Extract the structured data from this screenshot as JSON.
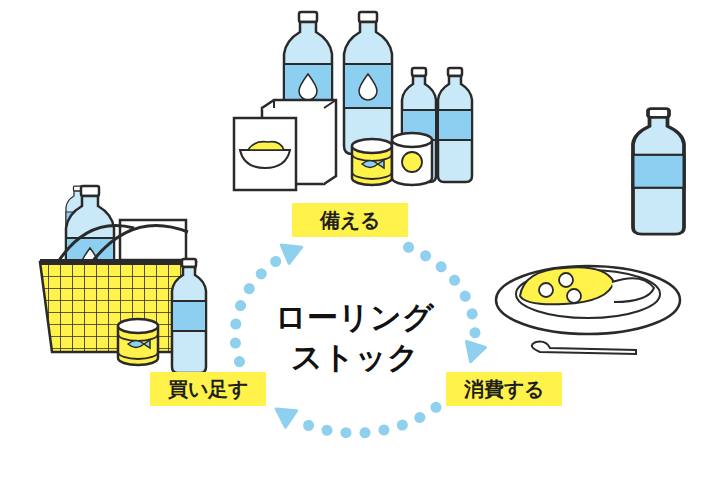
{
  "diagram": {
    "title": "ローリング ストック",
    "nodes": [
      {
        "text": [
          "備える"
        ]
      },
      {
        "text": [
          "消費する"
        ]
      },
      {
        "text": [
          "買い足す"
        ]
      }
    ],
    "edges": [
      {
        "from": 0,
        "to": 1,
        "arrow": "to"
      },
      {
        "from": 1,
        "to": 2,
        "arrow": "to"
      },
      {
        "from": 2,
        "to": 0,
        "arrow": "to"
      }
    ]
  }
}
